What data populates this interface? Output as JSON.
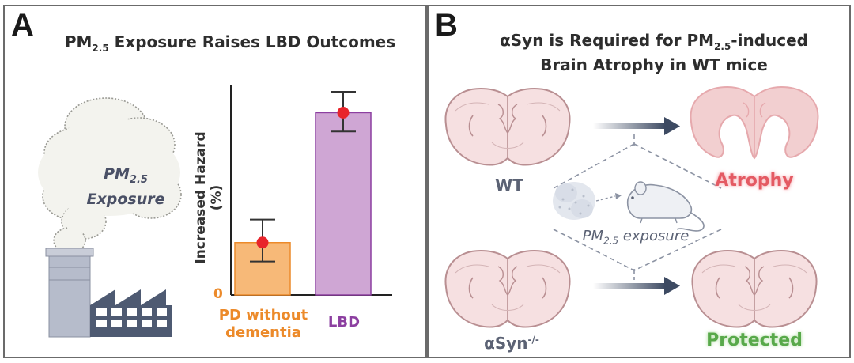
{
  "panel_a": {
    "letter": "A",
    "title_pre": "PM",
    "title_sub": "2.5",
    "title_post": " Exposure Raises LBD Outcomes",
    "cloud_line1_pre": "PM",
    "cloud_line1_sub": "2.5",
    "cloud_line2": "Exposure",
    "y_axis_label": "Increased Hazard (%)",
    "y_zero": "0",
    "cat1_line1": "PD without",
    "cat1_line2": "dementia",
    "cat2": "LBD"
  },
  "panel_b": {
    "letter": "B",
    "title_line1_pre": "αSyn is Required for PM",
    "title_line1_sub": "2.5",
    "title_line1_post": "-induced",
    "title_line2": "Brain Atrophy in WT mice",
    "wt_label": "WT",
    "asyn_label": "αSyn",
    "asyn_sup": "-/-",
    "exposure_pre": "PM",
    "exposure_sub": "2.5",
    "exposure_post": " exposure",
    "outcome_top": "Atrophy",
    "outcome_bottom": "Protected"
  },
  "chart_data": {
    "type": "bar",
    "categories": [
      "PD without dementia",
      "LBD"
    ],
    "values": [
      25,
      87
    ],
    "error_low": [
      16,
      78
    ],
    "error_high": [
      36,
      97
    ],
    "ylabel": "Increased Hazard (%)",
    "ylim": [
      0,
      100
    ],
    "bar_colors": [
      "#f7b978",
      "#cfa6d4"
    ],
    "label_colors": [
      "#ec8a2a",
      "#8c3fa0"
    ]
  },
  "colors": {
    "cloud_fill": "#f3f3ee",
    "factory": "#4e5a72",
    "chimney": "#b6bccb",
    "brain_fill": "#f6e0e1",
    "brain_stroke": "#b98f92",
    "atrophy": "#e45a63",
    "protected": "#58a94a",
    "arrow": "#3d4a62"
  }
}
